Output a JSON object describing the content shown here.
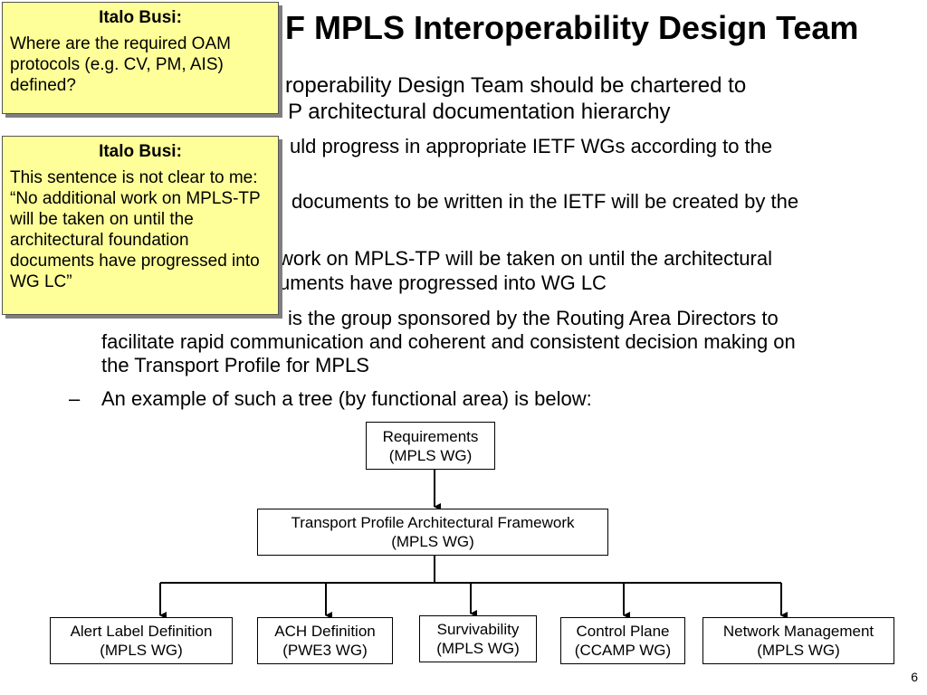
{
  "slide": {
    "title": "F MPLS Interoperability Design Team",
    "lines": [
      "roperability Design Team should be chartered to",
      "P architectural documentation hierarchy",
      "uld progress in appropriate IETF WGs according to the",
      "documents to be written in the IETF will be created by the",
      "work on MPLS-TP will be taken on until the architectural",
      "uments have progressed into WG LC",
      "is the group sponsored by the Routing Area Directors to",
      "facilitate rapid communication and coherent and consistent decision making on",
      "the Transport Profile for MPLS",
      "An example of such a tree (by functional area) is below:"
    ],
    "dash": "–",
    "slide_number": "6"
  },
  "diagram": {
    "requirements": {
      "line1": "Requirements",
      "line2": "(MPLS WG)"
    },
    "framework": {
      "line1": "Transport Profile Architectural Framework",
      "line2": "(MPLS WG)"
    },
    "children": [
      {
        "line1": "Alert Label Definition",
        "line2": "(MPLS WG)"
      },
      {
        "line1": "ACH Definition",
        "line2": "(PWE3 WG)"
      },
      {
        "line1": "Survivability",
        "line2": "(MPLS WG)"
      },
      {
        "line1": "Control Plane",
        "line2": "(CCAMP WG)"
      },
      {
        "line1": "Network Management",
        "line2": "(MPLS WG)"
      }
    ]
  },
  "comments": [
    {
      "author": "Italo Busi:",
      "text": "Where are the required OAM protocols (e.g. CV, PM, AIS) defined?"
    },
    {
      "author": "Italo Busi:",
      "text": "This sentence is not clear to me: “No additional work on MPLS-TP will be taken on until the architectural foundation documents have progressed into WG LC”"
    }
  ]
}
